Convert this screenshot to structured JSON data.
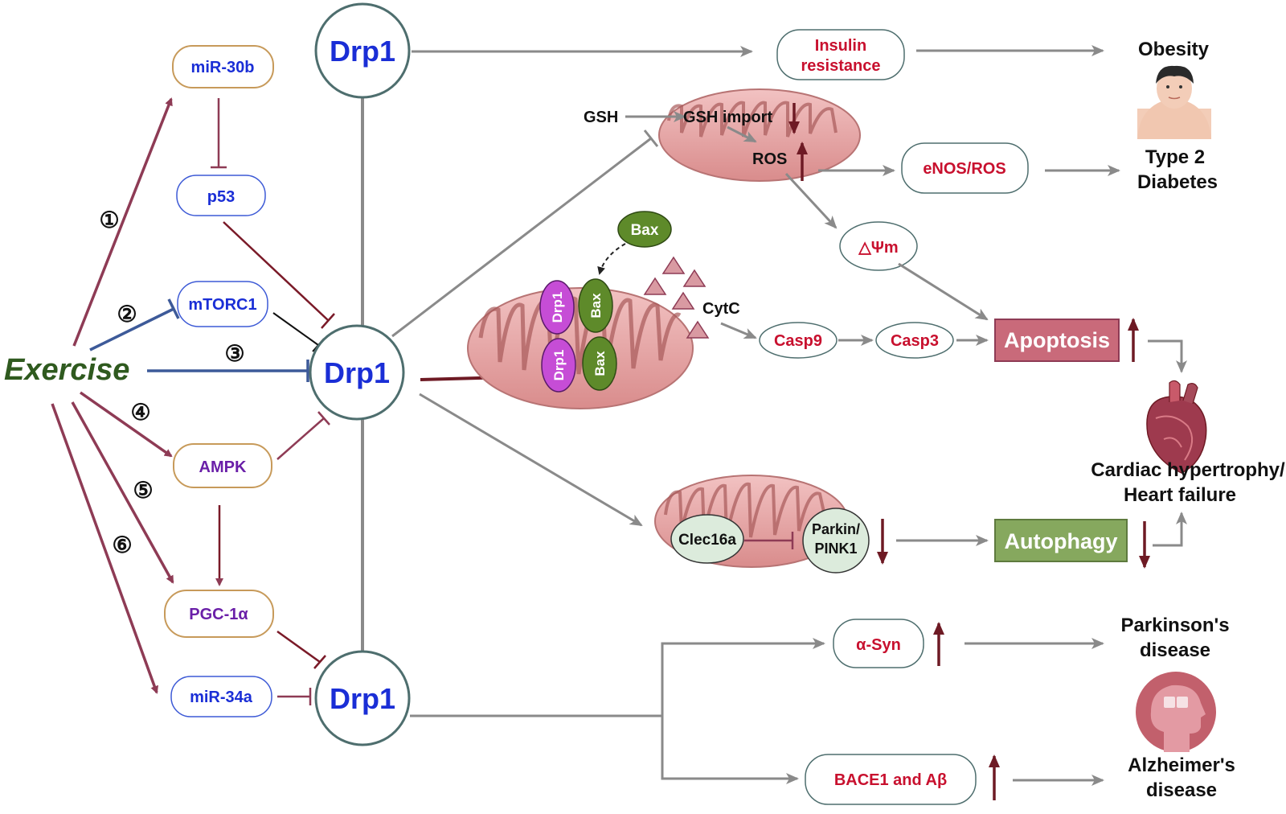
{
  "exercise": "Exercise",
  "pathway_numbers": [
    "①",
    "②",
    "③",
    "④",
    "⑤",
    "⑥"
  ],
  "upstream": {
    "mir30b": "miR-30b",
    "p53": "p53",
    "mtorc1": "mTORC1",
    "ampk": "AMPK",
    "pgc1a": "PGC-1α",
    "mir34a": "miR-34a"
  },
  "drp1": "Drp1",
  "top_branch": {
    "insulin_line1": "Insulin",
    "insulin_line2": "resistance",
    "obesity": "Obesity",
    "gsh": "GSH",
    "gsh_import": "GSH import",
    "ros": "ROS",
    "enos_ros": "eNOS/ROS",
    "t2d_line1": "Type 2",
    "t2d_line2": "Diabetes",
    "delta_psi": "△Ψm"
  },
  "apoptosis_branch": {
    "bax": "Bax",
    "drp1_small": "Drp1",
    "cytc": "CytC",
    "casp9": "Casp9",
    "casp3": "Casp3",
    "apoptosis": "Apoptosis"
  },
  "autophagy_branch": {
    "clec16a": "Clec16a",
    "parkin_line1": "Parkin/",
    "parkin_line2": "PINK1",
    "autophagy": "Autophagy"
  },
  "cardiac_line1": "Cardiac hypertrophy/",
  "cardiac_line2": "Heart failure",
  "neuro_branch": {
    "asyn": "α-Syn",
    "parkinsons_line1": "Parkinson's",
    "parkinsons_line2": "disease",
    "bace1": "BACE1 and Aβ",
    "alzheimers_line1": "Alzheimer's",
    "alzheimers_line2": "disease"
  },
  "colors": {
    "maroon": "#8e3b55",
    "dark_red": "#6e1a24",
    "navy": "#3d5a99",
    "gray": "#8a8a8a",
    "teal_border": "#4e6e6e",
    "blue_text": "#1a2ed6",
    "purple_text": "#6a1fa8",
    "red_text": "#c8102e",
    "green_text": "#2f5a1f",
    "mito": "#e8a7a7",
    "apoptosis_fill": "#c96a7a",
    "autophagy_fill": "#86a85e",
    "bax_green": "#5e8a2a",
    "drp1_purple": "#c64dd6"
  }
}
